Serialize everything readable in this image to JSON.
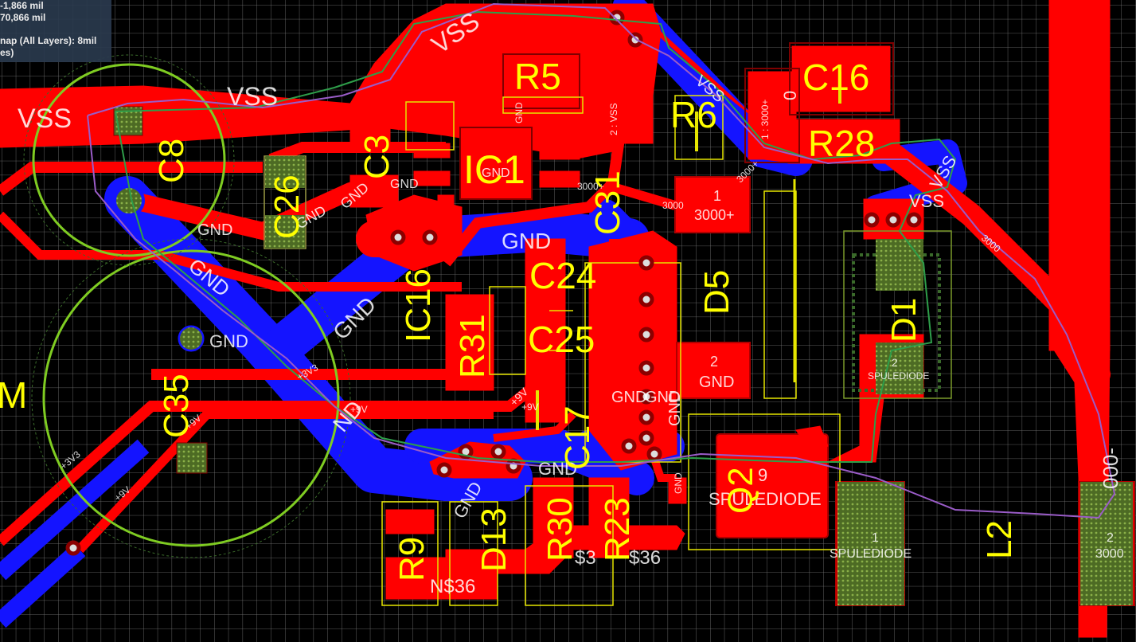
{
  "info": {
    "line1": "-1,866 mil",
    "line2": "70,866 mil",
    "line3": "nap (All Layers): 8mil",
    "line4": "es)"
  },
  "designators": {
    "R5": "R5",
    "C16": "C16",
    "R6": "R6",
    "R28": "R28",
    "IC1": "IC1",
    "C3": "C3",
    "C8": "C8",
    "C26": "C26",
    "C31": "C31",
    "IC16": "IC16",
    "C24": "C24",
    "D5": "D5",
    "R31": "R31",
    "C25": "C25",
    "D1": "D1",
    "M": "M",
    "C35": "C35",
    "C17": "C17",
    "Q2": "Q2",
    "R9": "R9",
    "D13": "D13",
    "R30": "R30",
    "R23": "R23",
    "L2": "L2"
  },
  "nets": {
    "vss": "VSS",
    "gnd": "GND",
    "v3000p": "3000+",
    "v3000": "3000",
    "p9v": "+9V",
    "p3v3": "+3V3",
    "spulediode": "SPULEDIODE",
    "ns36": "N$36",
    "ns3": "$3",
    "s36": "$36",
    "v3000n": "000-",
    "gnd_frag": "ND",
    "two_vss": "2 : VSS",
    "one_3000p": "1 : 3000+",
    "pin1": "1",
    "pin2": "2",
    "pin9": "9",
    "pin_frag": "0"
  },
  "colors": {
    "background": "#000000",
    "grid": "#7f7f7f",
    "top_copper": "#ff0000",
    "bottom_copper": "#1010ff",
    "silkscreen": "#ffff00",
    "component_outline": "#66cc22",
    "pad_dark": "#7f0000",
    "via": "#d0d0d0",
    "ratsnest_green": "#2e9e4a",
    "ratsnest_purple": "#9a5cc8",
    "th_pad_green": "#5a7a2a"
  }
}
